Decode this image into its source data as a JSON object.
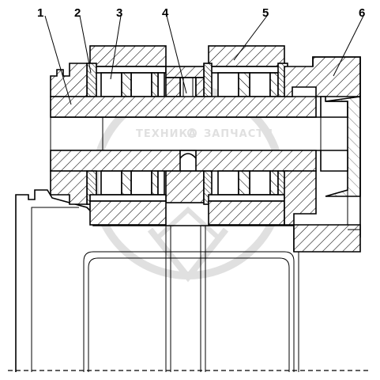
{
  "callouts": [
    {
      "id": "1",
      "label": "1"
    },
    {
      "id": "2",
      "label": "2"
    },
    {
      "id": "3",
      "label": "3"
    },
    {
      "id": "4",
      "label": "4"
    },
    {
      "id": "5",
      "label": "5"
    },
    {
      "id": "6",
      "label": "6"
    }
  ],
  "watermark": {
    "text_left": "ТЕХНИКА",
    "text_right": "ЗАПЧАСТИ",
    "color": "#c8c8c8"
  },
  "colors": {
    "line": "#000000",
    "background": "#ffffff"
  }
}
